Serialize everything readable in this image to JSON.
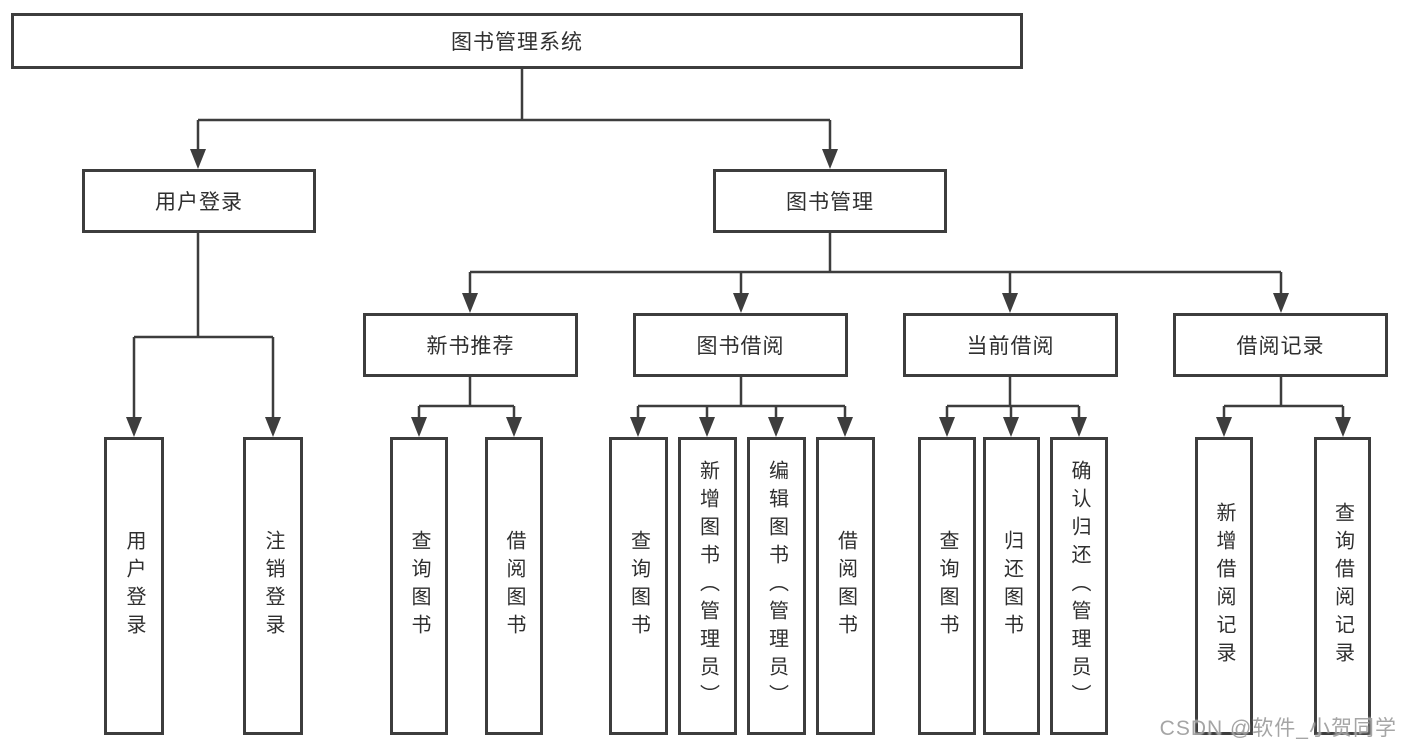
{
  "diagram_title": "图书管理系统",
  "colors": {
    "line": "#3d3d3d",
    "box_border": "#3d3d3d",
    "text": "#2f2f2f",
    "watermark": "#989898",
    "background": "#ffffff"
  },
  "nodes": {
    "root": {
      "label": "图书管理系统"
    },
    "user_login": {
      "label": "用户登录"
    },
    "book_mgmt": {
      "label": "图书管理"
    },
    "new_books": {
      "label": "新书推荐"
    },
    "book_borrow": {
      "label": "图书借阅"
    },
    "current_borrow": {
      "label": "当前借阅"
    },
    "borrow_records": {
      "label": "借阅记录"
    },
    "leaf_user_login": {
      "label": "用户登录"
    },
    "leaf_logout": {
      "label": "注销登录"
    },
    "leaf_nb_query_books": {
      "label": "查询图书"
    },
    "leaf_nb_borrow_books": {
      "label": "借阅图书"
    },
    "leaf_bb_query_books": {
      "label": "查询图书"
    },
    "leaf_bb_add_books": {
      "label": "新增图书（管理员）"
    },
    "leaf_bb_edit_books": {
      "label": "编辑图书（管理员）"
    },
    "leaf_bb_borrow_books": {
      "label": "借阅图书"
    },
    "leaf_cb_query_books": {
      "label": "查询图书"
    },
    "leaf_cb_return_books": {
      "label": "归还图书"
    },
    "leaf_cb_confirm_return": {
      "label": "确认归还（管理员）"
    },
    "leaf_br_add_record": {
      "label": "新增借阅记录"
    },
    "leaf_br_query_record": {
      "label": "查询借阅记录"
    }
  },
  "watermark": "CSDN @软件_小贺同学"
}
